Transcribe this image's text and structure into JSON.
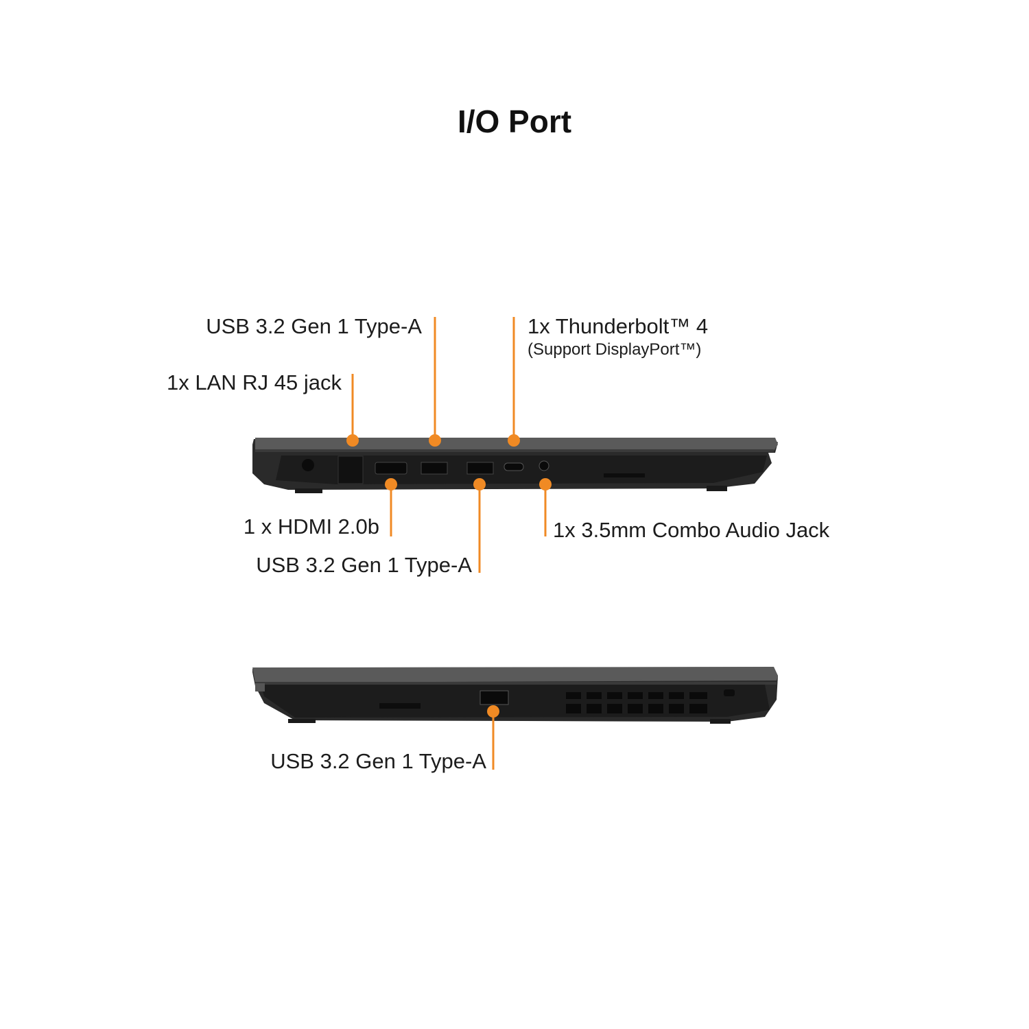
{
  "title": "I/O Port",
  "accent_color": "#f08a24",
  "right_side": {
    "top_labels": [
      {
        "name": "usb-a-top",
        "text": "USB 3.2 Gen 1 Type-A"
      },
      {
        "name": "lan",
        "text": "1x LAN RJ 45 jack"
      },
      {
        "name": "thunderbolt",
        "text": "1x Thunderbolt™ 4",
        "subtext": "(Support DisplayPort™)"
      }
    ],
    "bottom_labels": [
      {
        "name": "hdmi",
        "text": "1 x HDMI 2.0b"
      },
      {
        "name": "usb-a-bottom",
        "text": "USB 3.2 Gen 1 Type-A"
      },
      {
        "name": "audio",
        "text": "1x 3.5mm Combo Audio Jack"
      }
    ]
  },
  "left_side": {
    "labels": [
      {
        "name": "usb-a-left",
        "text": "USB 3.2 Gen 1 Type-A"
      }
    ]
  }
}
